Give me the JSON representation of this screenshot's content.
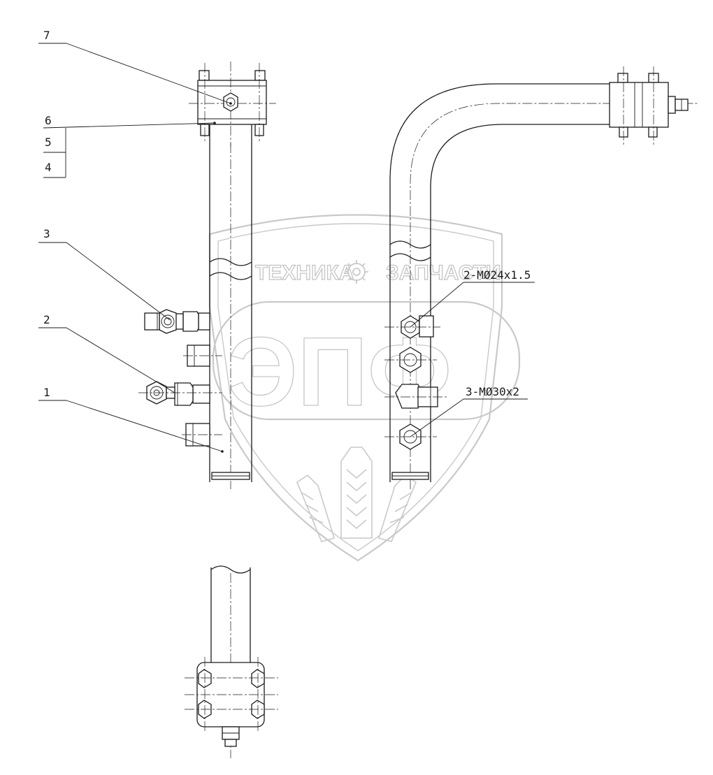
{
  "watermark": {
    "left_text": "ТЕХНИКА",
    "right_text": "ЗАПЧАСТИ",
    "brand": "ЭПФ"
  },
  "callouts": {
    "c7": "7",
    "c6": "6",
    "c5": "5",
    "c4": "4",
    "c3": "3",
    "c2": "2",
    "c1": "1",
    "thread_small": "2-MØ24x1.5",
    "thread_large": "3-MØ30x2"
  }
}
